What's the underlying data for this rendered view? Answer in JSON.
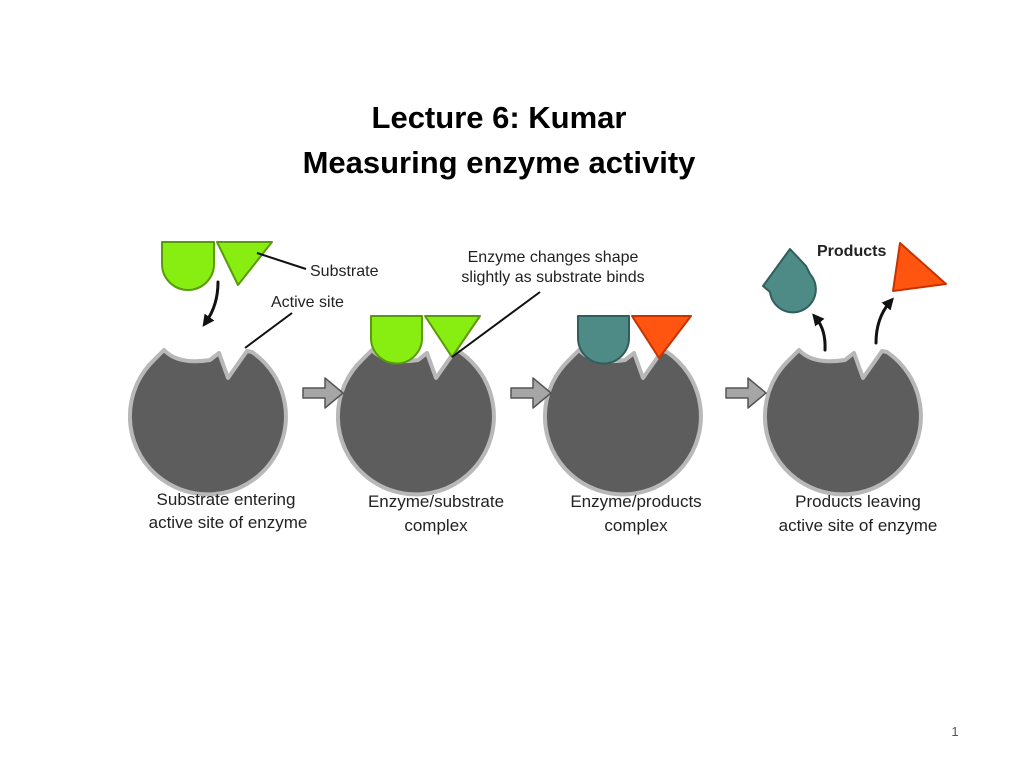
{
  "slide": {
    "title_line1": "Lecture 6: Kumar",
    "title_line2": "Measuring enzyme activity",
    "slide_number": "1"
  },
  "diagram": {
    "labels": {
      "substrate": "Substrate",
      "active_site": "Active site",
      "shape_change_line1": "Enzyme changes shape",
      "shape_change_line2": "slightly as substrate binds",
      "products": "Products"
    },
    "stages": [
      {
        "caption_line1": "Substrate entering",
        "caption_line2": "active site of enzyme"
      },
      {
        "caption_line1": "Enzyme/substrate",
        "caption_line2": "complex"
      },
      {
        "caption_line1": "Enzyme/products",
        "caption_line2": "complex"
      },
      {
        "caption_line1": "Products leaving",
        "caption_line2": "active site of enzyme"
      }
    ]
  },
  "colors": {
    "enzyme_fill": "#5d5d5d",
    "enzyme_outline": "#b8b8b8",
    "substrate_green": "#88ee11",
    "substrate_outline": "#5a9a0a",
    "product_teal": "#4e8a86",
    "product_orange": "#ff5511",
    "arrow_gray": "#a6a6a6"
  }
}
